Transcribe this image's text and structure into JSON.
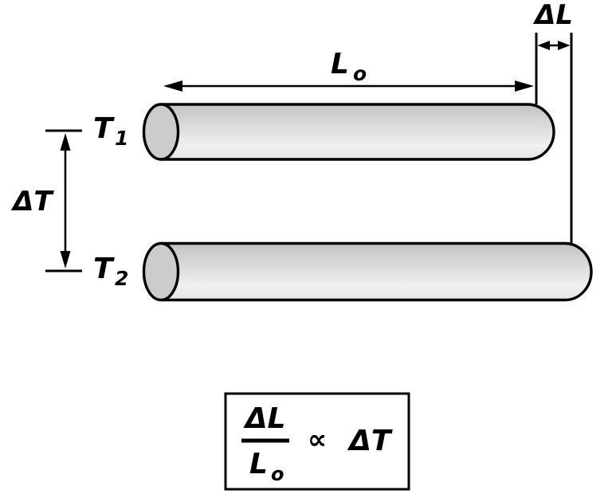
{
  "colors": {
    "line": "#000000",
    "background": "#ffffff",
    "rod_gradient_top": "#c3c3c3",
    "rod_gradient_bottom": "#f0f0f0",
    "rod_end_face": "#cccccc"
  },
  "labels": {
    "delta_length": "ΔL",
    "original_length": {
      "main": "L",
      "sub": "o"
    },
    "temperature_initial": {
      "main": "T",
      "sub": "1"
    },
    "temperature_final": {
      "main": "T",
      "sub": "2"
    },
    "delta_temperature": "ΔT"
  },
  "formula": {
    "numerator": "ΔL",
    "denominator": {
      "main": "L",
      "sub": "o"
    },
    "relation": "∝",
    "right_side": "ΔT"
  }
}
